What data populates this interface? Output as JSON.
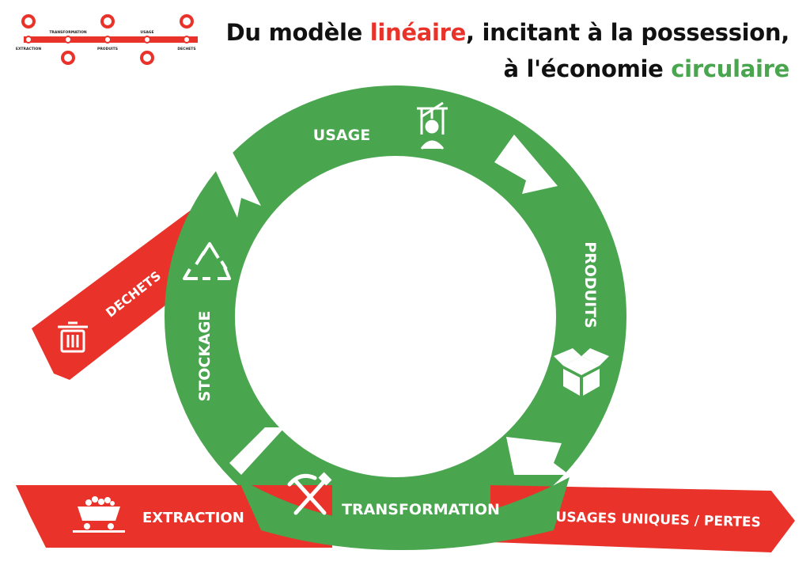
{
  "title": {
    "line1_a": "Du modèle ",
    "line1_b": "linéaire",
    "line1_c": ", incitant à la possession,",
    "line2_a": "à l'économie ",
    "line2_b": "circulaire"
  },
  "mini": {
    "top": [
      "TRANSFORMATION",
      "USAGE"
    ],
    "bottom": [
      "EXTRACTION",
      "PRODUITS",
      "DECHETS"
    ]
  },
  "circle": {
    "usage": "USAGE",
    "produits": "PRODUITS",
    "transformation": "TRANSFORMATION",
    "stockage": "STOCKAGE"
  },
  "arrows": {
    "dechets": "DECHETS",
    "extraction": "EXTRACTION",
    "usages": "USAGES UNIQUES / PERTES"
  },
  "colors": {
    "red": "#e8322a",
    "green": "#4aa54f",
    "dark": "#111111"
  },
  "icons": [
    "puppet-icon",
    "box-icon",
    "hammer-pick-icon",
    "recycle-icon",
    "trash-icon",
    "mine-cart-icon"
  ]
}
